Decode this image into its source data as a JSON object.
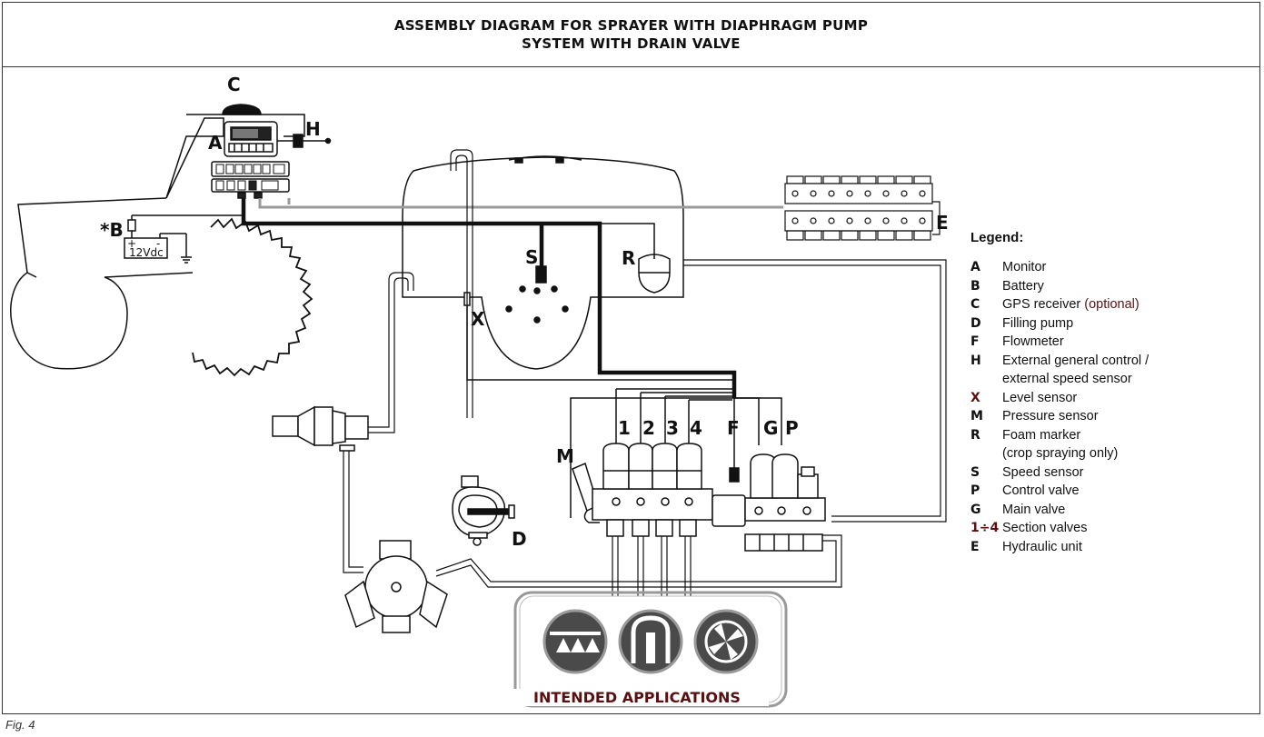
{
  "title": {
    "line1": "ASSEMBLY DIAGRAM FOR SPRAYER WITH DIAPHRAGM PUMP",
    "line2": "SYSTEM WITH DRAIN VALVE"
  },
  "figure_caption": "Fig. 4",
  "diagram_labels": {
    "c": "C",
    "a": "A",
    "h": "H",
    "b": "*B",
    "battery_voltage": "12Vdc",
    "s": "S",
    "r": "R",
    "x": "X",
    "e": "E",
    "m": "M",
    "d": "D",
    "v1": "1",
    "v2": "2",
    "v3": "3",
    "v4": "4",
    "f": "F",
    "g": "G",
    "p": "P"
  },
  "legend": {
    "title": "Legend:",
    "items": [
      {
        "key": "A",
        "text": "Monitor"
      },
      {
        "key": "B",
        "text": "Battery"
      },
      {
        "key": "C",
        "text": "GPS receiver",
        "note": "(optional)"
      },
      {
        "key": "D",
        "text": "Filling pump"
      },
      {
        "key": "F",
        "text": "Flowmeter"
      },
      {
        "key": "H",
        "text": "External general control /"
      },
      {
        "key": "",
        "text": "external speed sensor"
      },
      {
        "key": "X",
        "text": "Level sensor"
      },
      {
        "key": "M",
        "text": "Pressure sensor"
      },
      {
        "key": "R",
        "text": "Foam marker"
      },
      {
        "key": "",
        "text": "(crop spraying only)"
      },
      {
        "key": "S",
        "text": "Speed sensor"
      },
      {
        "key": "P",
        "text": "Control valve"
      },
      {
        "key": "G",
        "text": "Main valve"
      },
      {
        "key": "1÷4",
        "text": "Section valves"
      },
      {
        "key": "E",
        "text": "Hydraulic unit"
      }
    ]
  },
  "intended_applications_label": "INTENDED APPLICATIONS",
  "colors": {
    "accent": "#5a1010",
    "line": "#111111",
    "wire_gray": "#9a9a9a"
  }
}
